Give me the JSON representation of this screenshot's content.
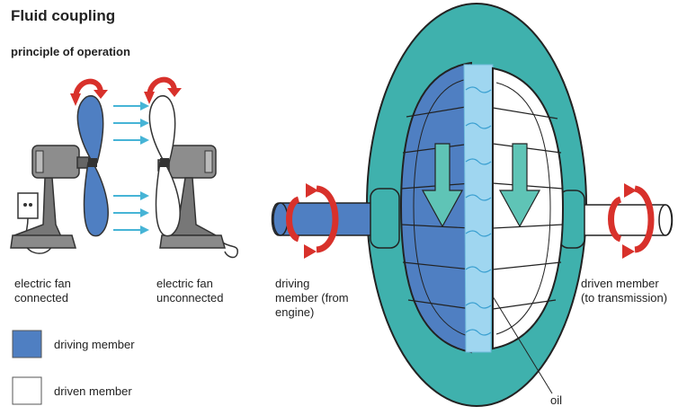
{
  "title": "Fluid coupling",
  "subtitle": "principle of operation",
  "labels": {
    "fan_connected": "electric fan\nconnected",
    "fan_unconnected": "electric fan\nunconnected",
    "driving_member": "driving\nmember (from\nengine)",
    "driven_member": "driven member\n(to transmission)",
    "oil": "oil"
  },
  "legend": [
    {
      "label": "driving member",
      "color": "#4f7fc2"
    },
    {
      "label": "driven member",
      "color": "#ffffff"
    }
  ],
  "colors": {
    "driving": "#4f7fc2",
    "housing": "#3fb1ad",
    "fluid": "#9fd6f0",
    "arrow_red": "#d8312b",
    "flow_arrow": "#46b4d6",
    "inner_arrow": "#5fc4b6"
  }
}
